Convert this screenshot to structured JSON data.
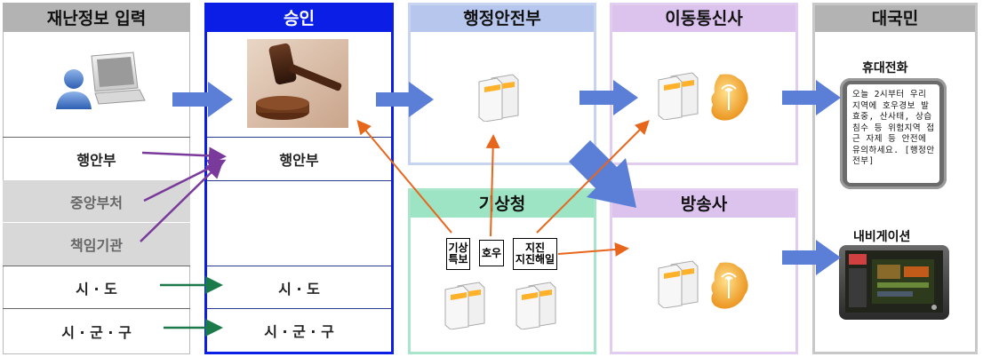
{
  "columns": {
    "input": {
      "title": "재난정보 입력",
      "color": "#b3b3b3"
    },
    "approval": {
      "title": "승인",
      "color": "#0a1ee6"
    },
    "mois": {
      "title": "행정안전부",
      "color": "#b7c6ec"
    },
    "telecom": {
      "title": "이동통신사",
      "color": "#dcc3ee"
    },
    "citizens": {
      "title": "대국민",
      "color": "#b3b3b3"
    },
    "kma": {
      "title": "기상청",
      "color": "#9ce4c4"
    },
    "broadcast": {
      "title": "방송사",
      "color": "#dcc3ee"
    }
  },
  "input_rows": [
    "행안부",
    "중앙부처",
    "책임기관",
    "시 · 도",
    "시 · 군 · 구"
  ],
  "approval_rows": [
    "행안부",
    "",
    "시 · 도",
    "시 · 군 · 구"
  ],
  "kma_tags": [
    "기상\n특보",
    "호우",
    "지진\n지진해일"
  ],
  "citizens": {
    "phone_label": "휴대전화",
    "phone_message": "오늘 2시부터 우리 지역에 호우경보 발효중, 산사태, 상습침수 등 위험지역 접근 자제 등 안전에 유의하세요. [행정안전부]",
    "nav_label": "내비게이션"
  },
  "arrow_colors": {
    "blue": "#5b7fd6",
    "purple": "#7a3a9c",
    "green": "#1a7a4a",
    "orange": "#e8661c"
  }
}
